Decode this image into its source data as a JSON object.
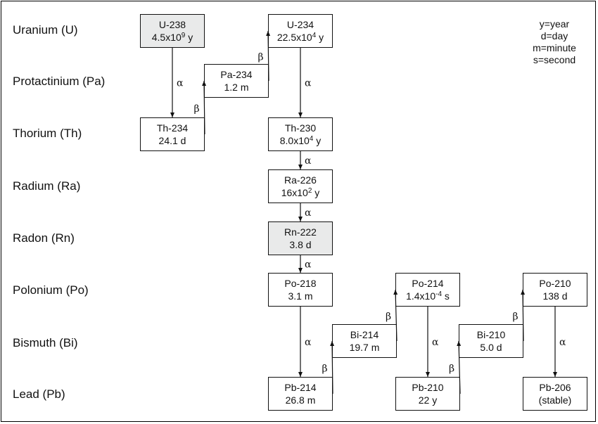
{
  "title": "Uranium-238 decay series",
  "elements": [
    {
      "id": "u",
      "label": "Uranium (U)"
    },
    {
      "id": "pa",
      "label": "Protactinium (Pa)"
    },
    {
      "id": "th",
      "label": "Thorium (Th)"
    },
    {
      "id": "ra",
      "label": "Radium (Ra)"
    },
    {
      "id": "rn",
      "label": "Radon (Rn)"
    },
    {
      "id": "po",
      "label": "Polonium (Po)"
    },
    {
      "id": "bi",
      "label": "Bismuth (Bi)"
    },
    {
      "id": "pb",
      "label": "Lead (Pb)"
    }
  ],
  "nodes": [
    {
      "id": "u238",
      "name": "U-238",
      "hl_pre": "4.5x10",
      "hl_exp": "9",
      "hl_post": " y",
      "highlight": true
    },
    {
      "id": "pa234",
      "name": "Pa-234",
      "hl_pre": "1.2 m",
      "hl_exp": "",
      "hl_post": "",
      "highlight": false
    },
    {
      "id": "u234",
      "name": "U-234",
      "hl_pre": "22.5x10",
      "hl_exp": "4",
      "hl_post": " y",
      "highlight": false
    },
    {
      "id": "th234",
      "name": "Th-234",
      "hl_pre": "24.1 d",
      "hl_exp": "",
      "hl_post": "",
      "highlight": false
    },
    {
      "id": "th230",
      "name": "Th-230",
      "hl_pre": "8.0x10",
      "hl_exp": "4",
      "hl_post": " y",
      "highlight": false
    },
    {
      "id": "ra226",
      "name": "Ra-226",
      "hl_pre": "16x10",
      "hl_exp": "2",
      "hl_post": " y",
      "highlight": false
    },
    {
      "id": "rn222",
      "name": "Rn-222",
      "hl_pre": "3.8 d",
      "hl_exp": "",
      "hl_post": "",
      "highlight": true
    },
    {
      "id": "po218",
      "name": "Po-218",
      "hl_pre": "3.1 m",
      "hl_exp": "",
      "hl_post": "",
      "highlight": false
    },
    {
      "id": "po214",
      "name": "Po-214",
      "hl_pre": "1.4x10",
      "hl_exp": "-4",
      "hl_post": " s",
      "highlight": false
    },
    {
      "id": "po210",
      "name": "Po-210",
      "hl_pre": "138 d",
      "hl_exp": "",
      "hl_post": "",
      "highlight": false
    },
    {
      "id": "bi214",
      "name": "Bi-214",
      "hl_pre": "19.7 m",
      "hl_exp": "",
      "hl_post": "",
      "highlight": false
    },
    {
      "id": "bi210",
      "name": "Bi-210",
      "hl_pre": "5.0 d",
      "hl_exp": "",
      "hl_post": "",
      "highlight": false
    },
    {
      "id": "pb214",
      "name": "Pb-214",
      "hl_pre": "26.8 m",
      "hl_exp": "",
      "hl_post": "",
      "highlight": false
    },
    {
      "id": "pb210",
      "name": "Pb-210",
      "hl_pre": "22 y",
      "hl_exp": "",
      "hl_post": "",
      "highlight": false
    },
    {
      "id": "pb206",
      "name": "Pb-206",
      "hl_pre": "(stable)",
      "hl_exp": "",
      "hl_post": "",
      "highlight": false
    }
  ],
  "decays": [
    {
      "from": "u238",
      "to": "th234",
      "type": "α"
    },
    {
      "from": "th234",
      "to": "pa234",
      "type": "β"
    },
    {
      "from": "pa234",
      "to": "u234",
      "type": "β"
    },
    {
      "from": "u234",
      "to": "th230",
      "type": "α"
    },
    {
      "from": "th230",
      "to": "ra226",
      "type": "α"
    },
    {
      "from": "ra226",
      "to": "rn222",
      "type": "α"
    },
    {
      "from": "rn222",
      "to": "po218",
      "type": "α"
    },
    {
      "from": "po218",
      "to": "pb214",
      "type": "α"
    },
    {
      "from": "pb214",
      "to": "bi214",
      "type": "β"
    },
    {
      "from": "bi214",
      "to": "po214",
      "type": "β"
    },
    {
      "from": "po214",
      "to": "pb210",
      "type": "α"
    },
    {
      "from": "pb210",
      "to": "bi210",
      "type": "β"
    },
    {
      "from": "bi210",
      "to": "po210",
      "type": "β"
    },
    {
      "from": "po210",
      "to": "pb206",
      "type": "α"
    }
  ],
  "legend": [
    "y=year",
    "d=day",
    "m=minute",
    "s=second"
  ],
  "colors": {
    "highlight_fill": "#e9eaea",
    "stroke": "#111111"
  }
}
